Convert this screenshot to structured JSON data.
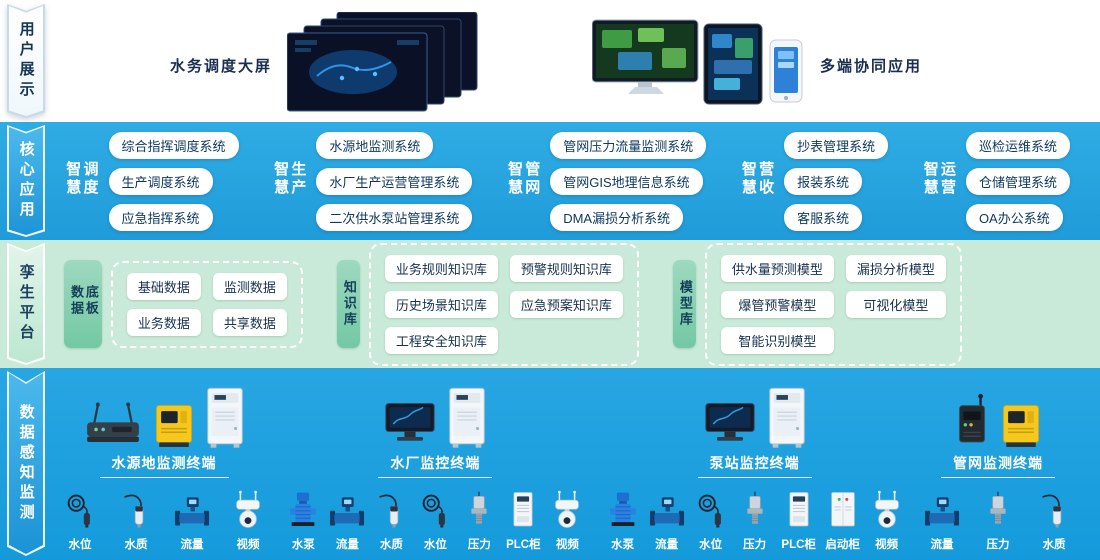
{
  "sidebar": {
    "layers": [
      {
        "label": "用户展示"
      },
      {
        "label": "核心应用"
      },
      {
        "label": "孪生平台"
      },
      {
        "label": "数据感知监测"
      }
    ]
  },
  "display_layer": {
    "big_screen_label": "水务调度大屏",
    "multi_terminal_label": "多端协同应用",
    "illustrations": [
      {
        "icon": "dispatch-big-screens"
      },
      {
        "icon": "monitor-tablet-phone"
      }
    ]
  },
  "core_layer": {
    "groups": [
      {
        "label": "智慧调度",
        "systems": [
          "综合指挥调度系统",
          "生产调度系统",
          "应急指挥系统"
        ]
      },
      {
        "label": "智慧生产",
        "systems": [
          "水源地监测系统",
          "水厂生产运营管理系统",
          "二次供水泵站管理系统"
        ]
      },
      {
        "label": "智慧管网",
        "systems": [
          "管网压力流量监测系统",
          "管网GIS地理信息系统",
          "DMA漏损分析系统"
        ]
      },
      {
        "label": "智慧营收",
        "systems": [
          "抄表管理系统",
          "报装系统",
          "客服系统"
        ]
      },
      {
        "label": "智慧运营",
        "systems": [
          "巡检运维系统",
          "仓储管理系统",
          "OA办公系统"
        ]
      }
    ]
  },
  "twin_layer": {
    "groups": [
      {
        "label": "数据底板",
        "items": [
          "基础数据",
          "监测数据",
          "业务数据",
          "共享数据"
        ]
      },
      {
        "label": "知识库",
        "items": [
          "业务规则知识库",
          "预警规则知识库",
          "历史场景知识库",
          "应急预案知识库",
          "工程安全知识库"
        ]
      },
      {
        "label": "模型库",
        "items": [
          "供水量预测模型",
          "漏损分析模型",
          "爆管预警模型",
          "可视化模型",
          "智能识别模型"
        ]
      }
    ]
  },
  "sensing_layer": {
    "groups": [
      {
        "title": "水源地监测终端",
        "station_icons": [
          "rtu-router",
          "telemetry-yellow",
          "cabinet"
        ],
        "sensors": [
          {
            "label": "水位",
            "icon": "level-sensor"
          },
          {
            "label": "水质",
            "icon": "quality-sensor"
          },
          {
            "label": "流量",
            "icon": "flowmeter"
          },
          {
            "label": "视频",
            "icon": "ptz-camera"
          }
        ]
      },
      {
        "title": "水厂监控终端",
        "station_icons": [
          "hmi-panel",
          "cabinet"
        ],
        "sensors": [
          {
            "label": "水泵",
            "icon": "pump"
          },
          {
            "label": "流量",
            "icon": "flowmeter"
          },
          {
            "label": "水质",
            "icon": "quality-sensor"
          },
          {
            "label": "水位",
            "icon": "level-sensor"
          },
          {
            "label": "压力",
            "icon": "pressure-sensor"
          },
          {
            "label": "PLC柜",
            "icon": "plc-cabinet"
          },
          {
            "label": "视频",
            "icon": "ptz-camera"
          }
        ]
      },
      {
        "title": "泵站监控终端",
        "station_icons": [
          "hmi-panel",
          "cabinet"
        ],
        "sensors": [
          {
            "label": "水泵",
            "icon": "pump"
          },
          {
            "label": "流量",
            "icon": "flowmeter"
          },
          {
            "label": "水位",
            "icon": "level-sensor"
          },
          {
            "label": "压力",
            "icon": "pressure-sensor"
          },
          {
            "label": "PLC柜",
            "icon": "plc-cabinet"
          },
          {
            "label": "启动柜",
            "icon": "starter-cabinet"
          },
          {
            "label": "视频",
            "icon": "ptz-camera"
          }
        ]
      },
      {
        "title": "管网监测终端",
        "station_icons": [
          "rtu-box",
          "telemetry-yellow"
        ],
        "sensors": [
          {
            "label": "流量",
            "icon": "flowmeter"
          },
          {
            "label": "压力",
            "icon": "pressure-sensor"
          },
          {
            "label": "水质",
            "icon": "quality-sensor"
          }
        ]
      }
    ]
  },
  "colors": {
    "core_band": "#28a6e2",
    "twin_band": "#c9ead8",
    "sensing_band": "#1f9fdd",
    "box_text": "#10375e",
    "band_text": "#ffffff"
  }
}
